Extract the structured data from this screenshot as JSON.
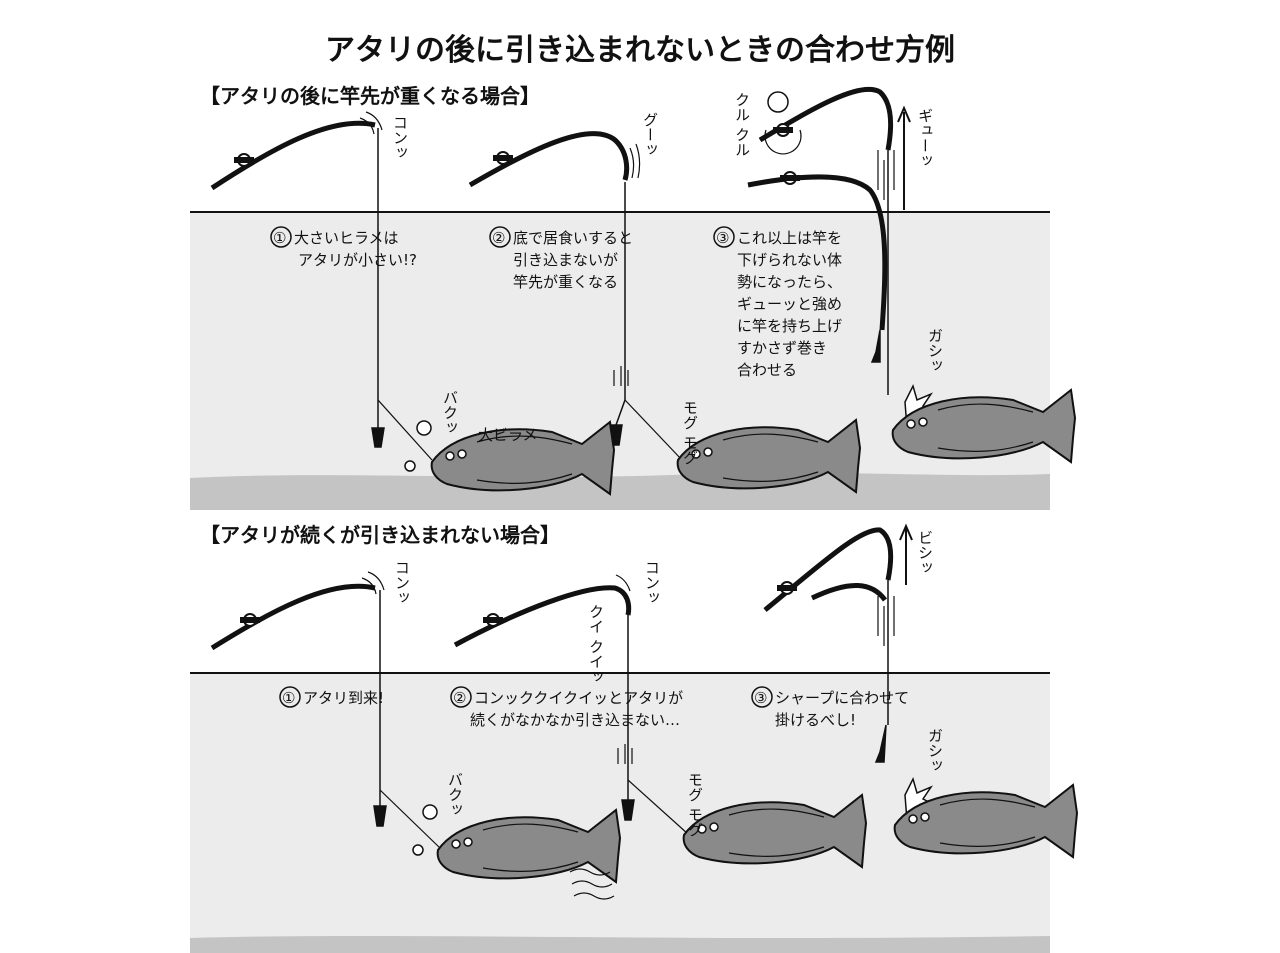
{
  "title": "アタリの後に引き込まれないときの合わせ方例",
  "section1": {
    "heading": "【アタリの後に竿先が重くなる場合】",
    "panel1": {
      "num": "①",
      "caption": [
        "大さいヒラメは",
        "アタリが小さい!?"
      ],
      "sfx_rod": "コンッ",
      "sfx_bite": "バクッ",
      "fish_label": "大ビラメ"
    },
    "panel2": {
      "num": "②",
      "caption": [
        "底で居食いすると",
        "引き込まないが",
        "竿先が重くなる"
      ],
      "sfx_rod": "グーッ",
      "sfx_bite": "モグ モグ"
    },
    "panel3": {
      "num": "③",
      "caption": [
        "これ以上は竿を",
        "下げられない体",
        "勢になったら、",
        "ギューッと強め",
        "に竿を持ち上げ",
        "すかさず巻き",
        "合わせる"
      ],
      "sfx_reel": "クル クル",
      "sfx_lift": "ギューッ",
      "sfx_hook": "ガシッ"
    }
  },
  "section2": {
    "heading": "【アタリが続くが引き込まれない場合】",
    "panel1": {
      "num": "①",
      "caption": [
        "アタリ到来!"
      ],
      "sfx_rod": "コンッ",
      "sfx_bite": "バクッ"
    },
    "panel2": {
      "num": "②",
      "caption": [
        "コンッククイクイッとアタリが",
        "続くがなかなか引き込まない…"
      ],
      "sfx_rod": "コンッ",
      "sfx_tug": "クイ クイッ",
      "sfx_bite": "モグ モグ"
    },
    "panel3": {
      "num": "③",
      "caption": [
        "シャープに合わせて",
        "掛けるべし!"
      ],
      "sfx_lift": "ビシッ",
      "sfx_hook": "ガシッ"
    }
  },
  "colors": {
    "water": "#ececec",
    "seabed": "#c4c4c4",
    "ink": "#111111",
    "fish": "#8a8a8a"
  }
}
